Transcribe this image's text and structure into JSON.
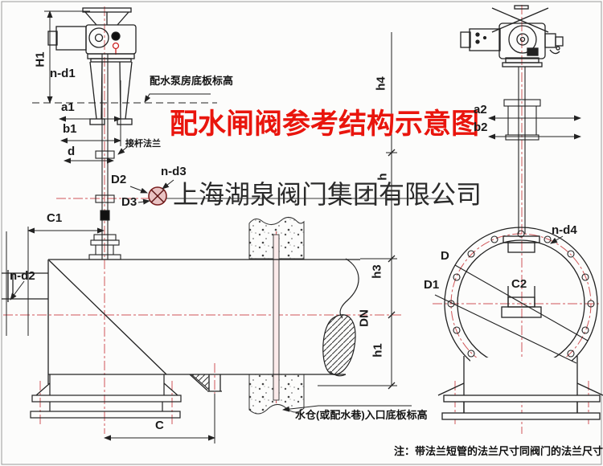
{
  "title": {
    "text": "配水闸阀参考结构示意图",
    "color": "#e9150d"
  },
  "watermark": {
    "company": "上海湖泉阀门集团有限公司"
  },
  "footnote": {
    "text": "注：带法兰短管的法兰尺寸同阀门的法兰尺寸"
  },
  "callouts": {
    "pump_floor": "配水泵房底板标高",
    "stem_flange": "接杆法兰",
    "sump_floor": "水仓(或配水巷)入口底板标高"
  },
  "dims": {
    "H1": "H1",
    "n_d1": "n-d1",
    "a1": "a1",
    "b1": "b1",
    "d": "d",
    "C1": "C1",
    "n_d2": "n-d2",
    "D2": "D2",
    "n_d3": "n-d3",
    "D3": "D3",
    "C": "C",
    "h4": "h4",
    "h": "h",
    "h3": "h3",
    "DN": "DN",
    "h1": "h1",
    "a2": "a2",
    "b2": "b2",
    "n_d4": "n-d4",
    "D": "D",
    "D1": "D1",
    "C2": "C2"
  },
  "colors": {
    "line": "#222222",
    "centerline_red": "#c9393c",
    "title_red": "#e9150d",
    "concrete_speck": "#555555"
  }
}
